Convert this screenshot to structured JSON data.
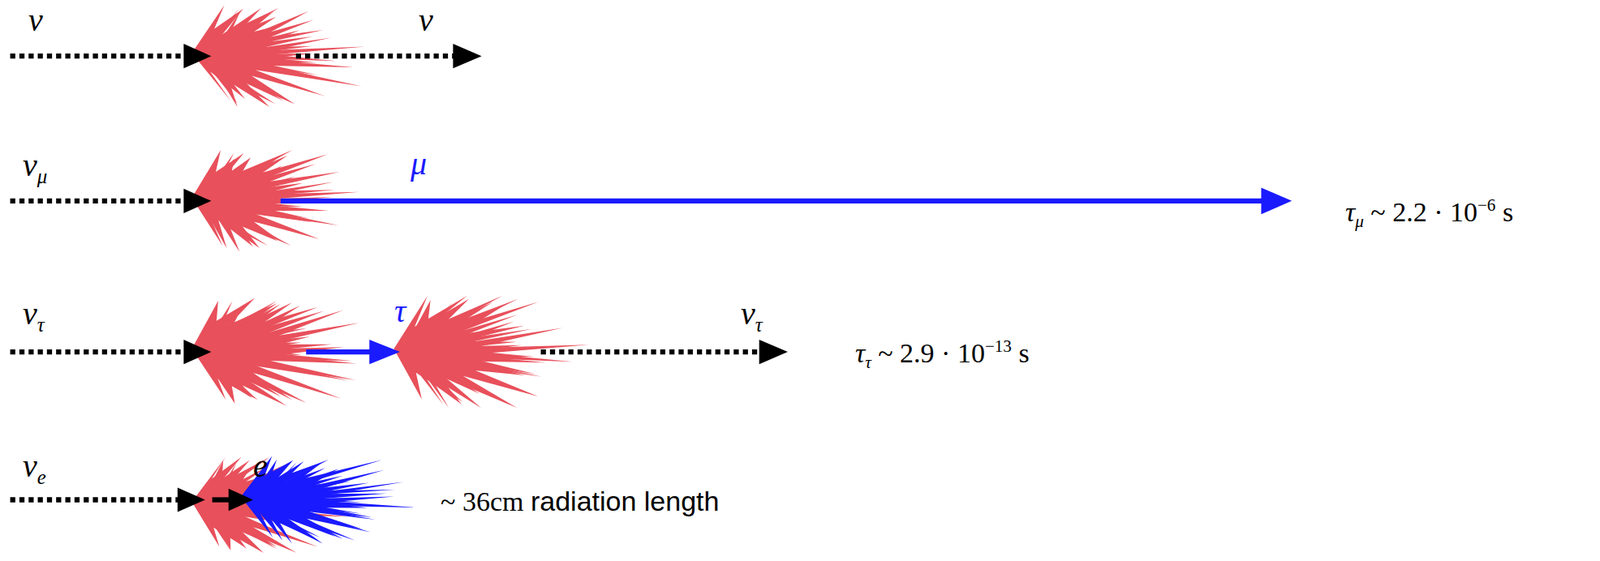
{
  "diagram": {
    "labels": [
      "ν",
      "ν",
      "νμ",
      "μ",
      "τμ ~ 2.2 · 10−6 s",
      "ντ",
      "τ",
      "ντ",
      "ττ ~ 2.9 · 10−13 s",
      "νe",
      "e",
      "~ 36cm radiation length"
    ]
  }
}
